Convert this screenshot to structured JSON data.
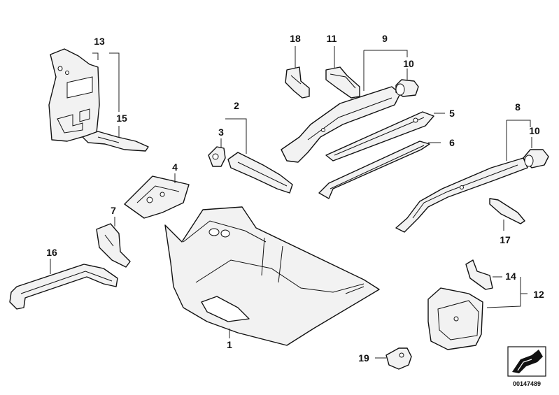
{
  "callouts": {
    "c1": "1",
    "c2": "2",
    "c3": "3",
    "c4": "4",
    "c5": "5",
    "c6": "6",
    "c7": "7",
    "c8": "8",
    "c9": "9",
    "c10a": "10",
    "c10b": "10",
    "c11": "11",
    "c12": "12",
    "c13": "13",
    "c14": "14",
    "c15": "15",
    "c16": "16",
    "c17": "17",
    "c18": "18",
    "c19": "19"
  },
  "reference": {
    "number": "00147489",
    "icon": "arrow-indicator-icon"
  }
}
